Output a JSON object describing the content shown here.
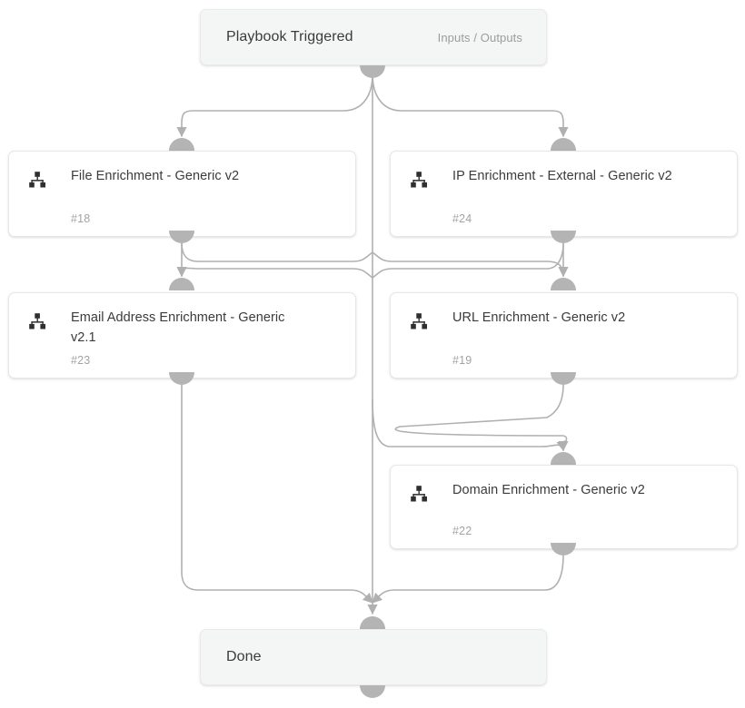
{
  "diagram": {
    "title": "Playbook workflow graph",
    "edge_color": "#b0b0b0",
    "handle_color": "#b4b4b4",
    "node_border_color": "#e6e7e8",
    "shell_fill": "#f4f5f5",
    "text_color": "#3b3b3b",
    "muted_text_color": "#9b9c9e"
  },
  "nodes": {
    "trigger": {
      "title": "Playbook Triggered",
      "meta": "Inputs / Outputs",
      "icon": "none"
    },
    "file_enrichment": {
      "title": "File Enrichment - Generic v2",
      "id_label": "#18",
      "icon": "sitemap-icon"
    },
    "ip_enrichment": {
      "title": "IP Enrichment - External - Generic v2",
      "id_label": "#24",
      "icon": "sitemap-icon"
    },
    "email_enrichment": {
      "title": "Email Address Enrichment - Generic v2.1",
      "id_label": "#23",
      "icon": "sitemap-icon"
    },
    "url_enrichment": {
      "title": "URL Enrichment - Generic v2",
      "id_label": "#19",
      "icon": "sitemap-icon"
    },
    "domain_enrichment": {
      "title": "Domain Enrichment - Generic v2",
      "id_label": "#22",
      "icon": "sitemap-icon"
    },
    "done": {
      "title": "Done",
      "meta": "",
      "icon": "none"
    }
  }
}
